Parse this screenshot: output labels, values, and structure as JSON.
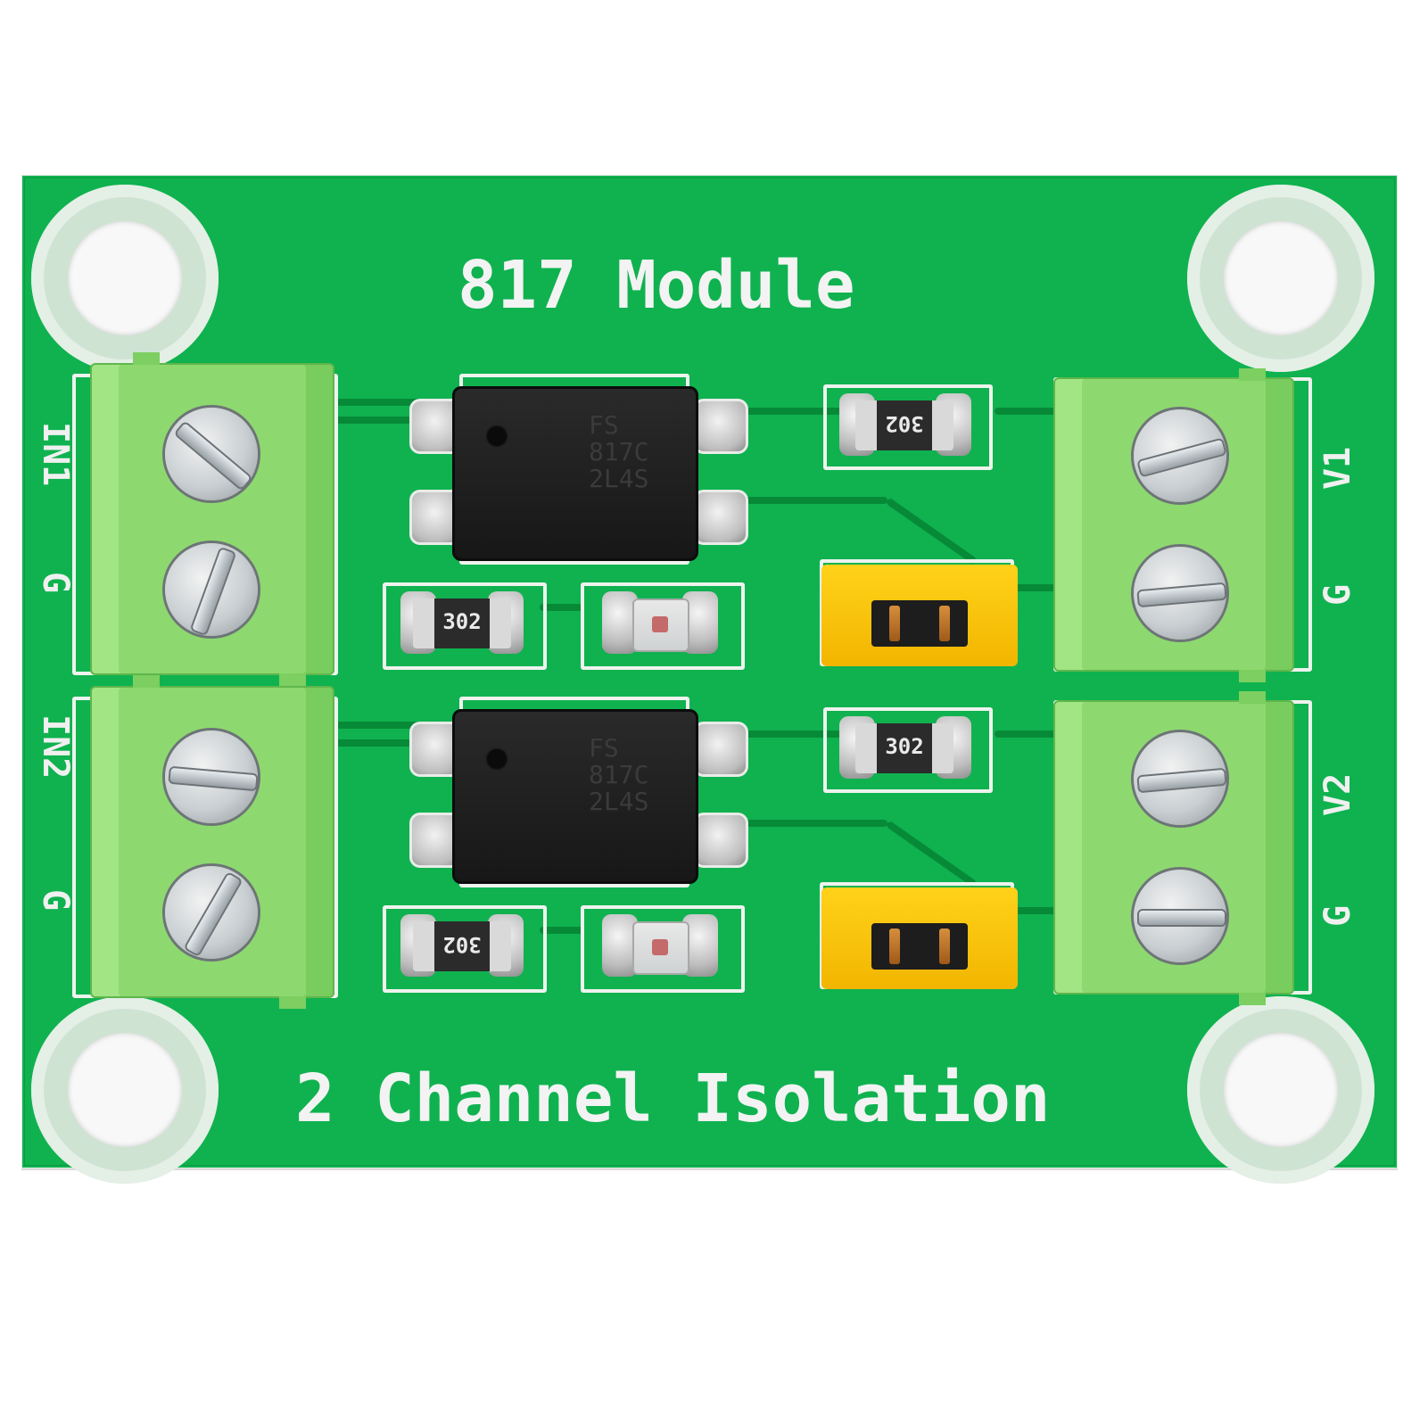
{
  "board": {
    "title": "817 Module",
    "subtitle": "2 Channel Isolation",
    "colors": {
      "pcb_green": "#0fb24f",
      "trace_green": "#078a37",
      "silkscreen": "#f3f3f3",
      "terminal_green": "#8dd96f",
      "jumper_yellow": "#ffd21a",
      "ic_black": "#1b1b1b"
    }
  },
  "left_labels": {
    "ch1_in": "IN1",
    "ch1_g": "G",
    "ch2_in": "IN2",
    "ch2_g": "G"
  },
  "right_labels": {
    "ch1_v": "V1",
    "ch1_g": "G",
    "ch2_v": "V2",
    "ch2_g": "G"
  },
  "components": {
    "ch1": {
      "opto_marking": "FS\n817C\n2L4S",
      "resistor_top_code": "302",
      "resistor_bottom_code": "302"
    },
    "ch2": {
      "opto_marking": "FS\n817C\n2L4S",
      "resistor_top_code": "302",
      "resistor_bottom_code": "302"
    }
  },
  "icons": {
    "mount_hole": "mount-hole-icon",
    "screw": "screw-icon",
    "led": "led-icon",
    "jumper": "jumper-icon"
  }
}
